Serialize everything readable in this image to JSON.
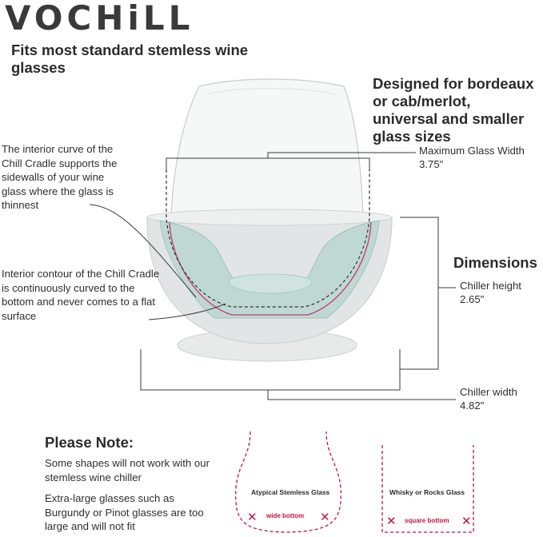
{
  "brand": {
    "logo": "VOCHiLL"
  },
  "headlines": {
    "left": "Fits most standard stemless wine glasses",
    "right": "Designed for bordeaux or cab/merlot, universal and smaller glass sizes"
  },
  "callouts": {
    "interior_curve": "The interior curve of the Chill Cradle supports the sidewalls of your wine glass where the glass is thinnest",
    "interior_contour": "Interior contour of the Chill Cradle is continuously curved to the bottom and never comes to a flat surface"
  },
  "measurements": {
    "max_glass_width_label": "Maximum Glass Width",
    "max_glass_width_value": "3.75\"",
    "dimensions_title": "Dimensions",
    "chiller_height_label": "Chiller height",
    "chiller_height_value": "2.65\"",
    "chiller_width_label": "Chiller width",
    "chiller_width_value": "4.82\""
  },
  "please_note": {
    "title": "Please Note:",
    "line1": "Some shapes will not work with our stemless wine chiller",
    "line2": "Extra-large glasses such as Burgundy or Pinot glasses are too large and will not fit"
  },
  "glass_examples": [
    {
      "label": "Atypical Stemless Glass",
      "issue": "wide bottom"
    },
    {
      "label": "Whisky or Rocks Glass",
      "issue": "square bottom"
    }
  ],
  "colors": {
    "accent_red": "#c4123b",
    "text": "#2e2e2e",
    "chiller_teal": "#bfd8d4",
    "chiller_grey": "#e4e6e6"
  }
}
